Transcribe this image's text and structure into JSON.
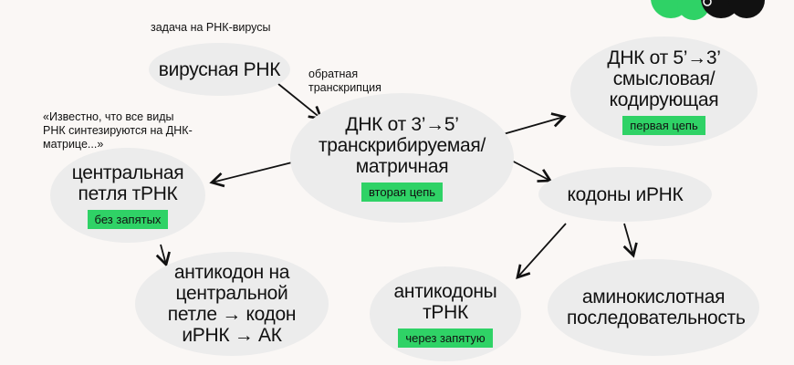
{
  "notes": {
    "task": "задача на РНК-вирусы",
    "reverse": "обратная транскрипция",
    "quote": "«Известно, что все виды РНК синтезируются на ДНК-матрице...»"
  },
  "nodes": {
    "viral_rna": {
      "title": "вирусная РНК"
    },
    "dna_template": {
      "title": "ДНК от 3’→5’ транскрибируемая/ матричная",
      "tag": "вторая цепь"
    },
    "dna_coding": {
      "title": "ДНК от 5’→3’ смысловая/ кодирующая",
      "tag": "первая цепь"
    },
    "central_loop": {
      "title": "центральная петля тРНК",
      "tag": "без запятых"
    },
    "codons": {
      "title": "кодоны иРНК"
    },
    "anticodon_chain": {
      "title": "антикодон на центральной петле → кодон иРНК → АК"
    },
    "anticodons": {
      "title": "антикодоны тРНК",
      "tag": "через запятую"
    },
    "amino_seq": {
      "title": "аминокислотная последовательность"
    }
  },
  "colors": {
    "accent": "#2fd266",
    "node_bg": "#ececec",
    "bg": "#faf7f5"
  }
}
